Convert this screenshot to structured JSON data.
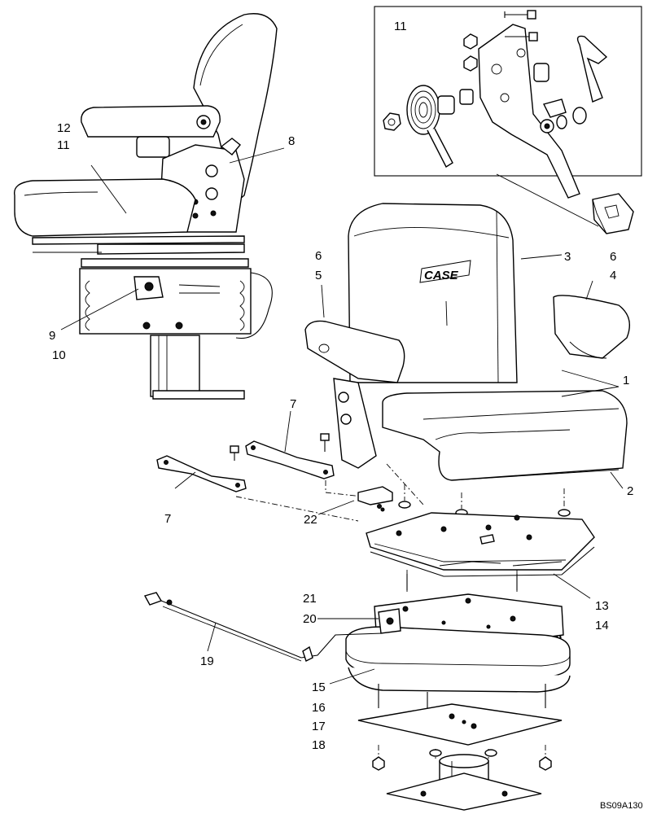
{
  "diagram": {
    "callouts": {
      "c1": "1",
      "c2": "2",
      "c3": "3",
      "c4": "4",
      "c5": "5",
      "c6a": "6",
      "c6b": "6",
      "c7a": "7",
      "c7b": "7",
      "c8": "8",
      "c9": "9",
      "c10": "10",
      "c11a": "11",
      "c11b": "11",
      "c12": "12",
      "c13": "13",
      "c14": "14",
      "c15": "15",
      "c16": "16",
      "c17": "17",
      "c18": "18",
      "c19": "19",
      "c20": "20",
      "c21": "21",
      "c22": "22"
    },
    "brand_logo": "CASE",
    "drawing_code": "BS09A130"
  }
}
